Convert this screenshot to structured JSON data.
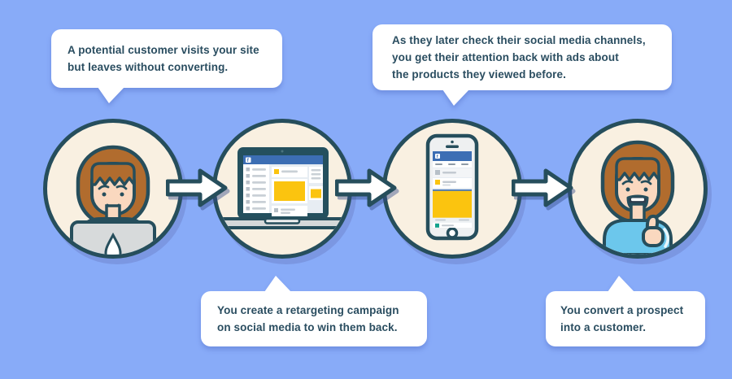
{
  "infographic": {
    "topic": "social media retargeting flow",
    "step_count": 4
  },
  "palette": {
    "background": "#88abf8",
    "outline": "#264e5c",
    "circle_fill": "#f9f0e1",
    "circle_shadow": "#7b97e2",
    "bubble_background": "#ffffff",
    "text": "#2a4d60",
    "accent_yellow": "#fbc40f",
    "facebook_blue": "#3c6eb4",
    "hair_auburn": "#b16c2e",
    "skin": "#fad8bf",
    "shirt_blue": "#79cbed",
    "laptop_gray": "#d7dadb",
    "teal_badge": "#13a28c",
    "tongue_pink": "#f4799f"
  },
  "bubbles": [
    {
      "text": "A potential customer visits your site\nbut leaves without converting.",
      "points_to": "step-1"
    },
    {
      "text": "As they later check their social media channels,\nyou get their attention back with ads about\nthe products they viewed before.",
      "points_to": "step-3"
    },
    {
      "text": "You create a retargeting campaign\non social media to win them back.",
      "points_to": "step-2"
    },
    {
      "text": "You convert a prospect\ninto a customer.",
      "points_to": "step-4"
    }
  ],
  "steps": [
    {
      "name": "website-visitor",
      "illustration": "woman browsing on a laptop"
    },
    {
      "name": "retargeting-campaign",
      "illustration": "laptop showing social media feed with yellow ads"
    },
    {
      "name": "ads-on-mobile",
      "illustration": "smartphone showing social media feed with yellow ad"
    },
    {
      "name": "converted-customer",
      "illustration": "happy woman giving thumbs up"
    }
  ],
  "icons": {
    "facebook_glyph": "f"
  }
}
